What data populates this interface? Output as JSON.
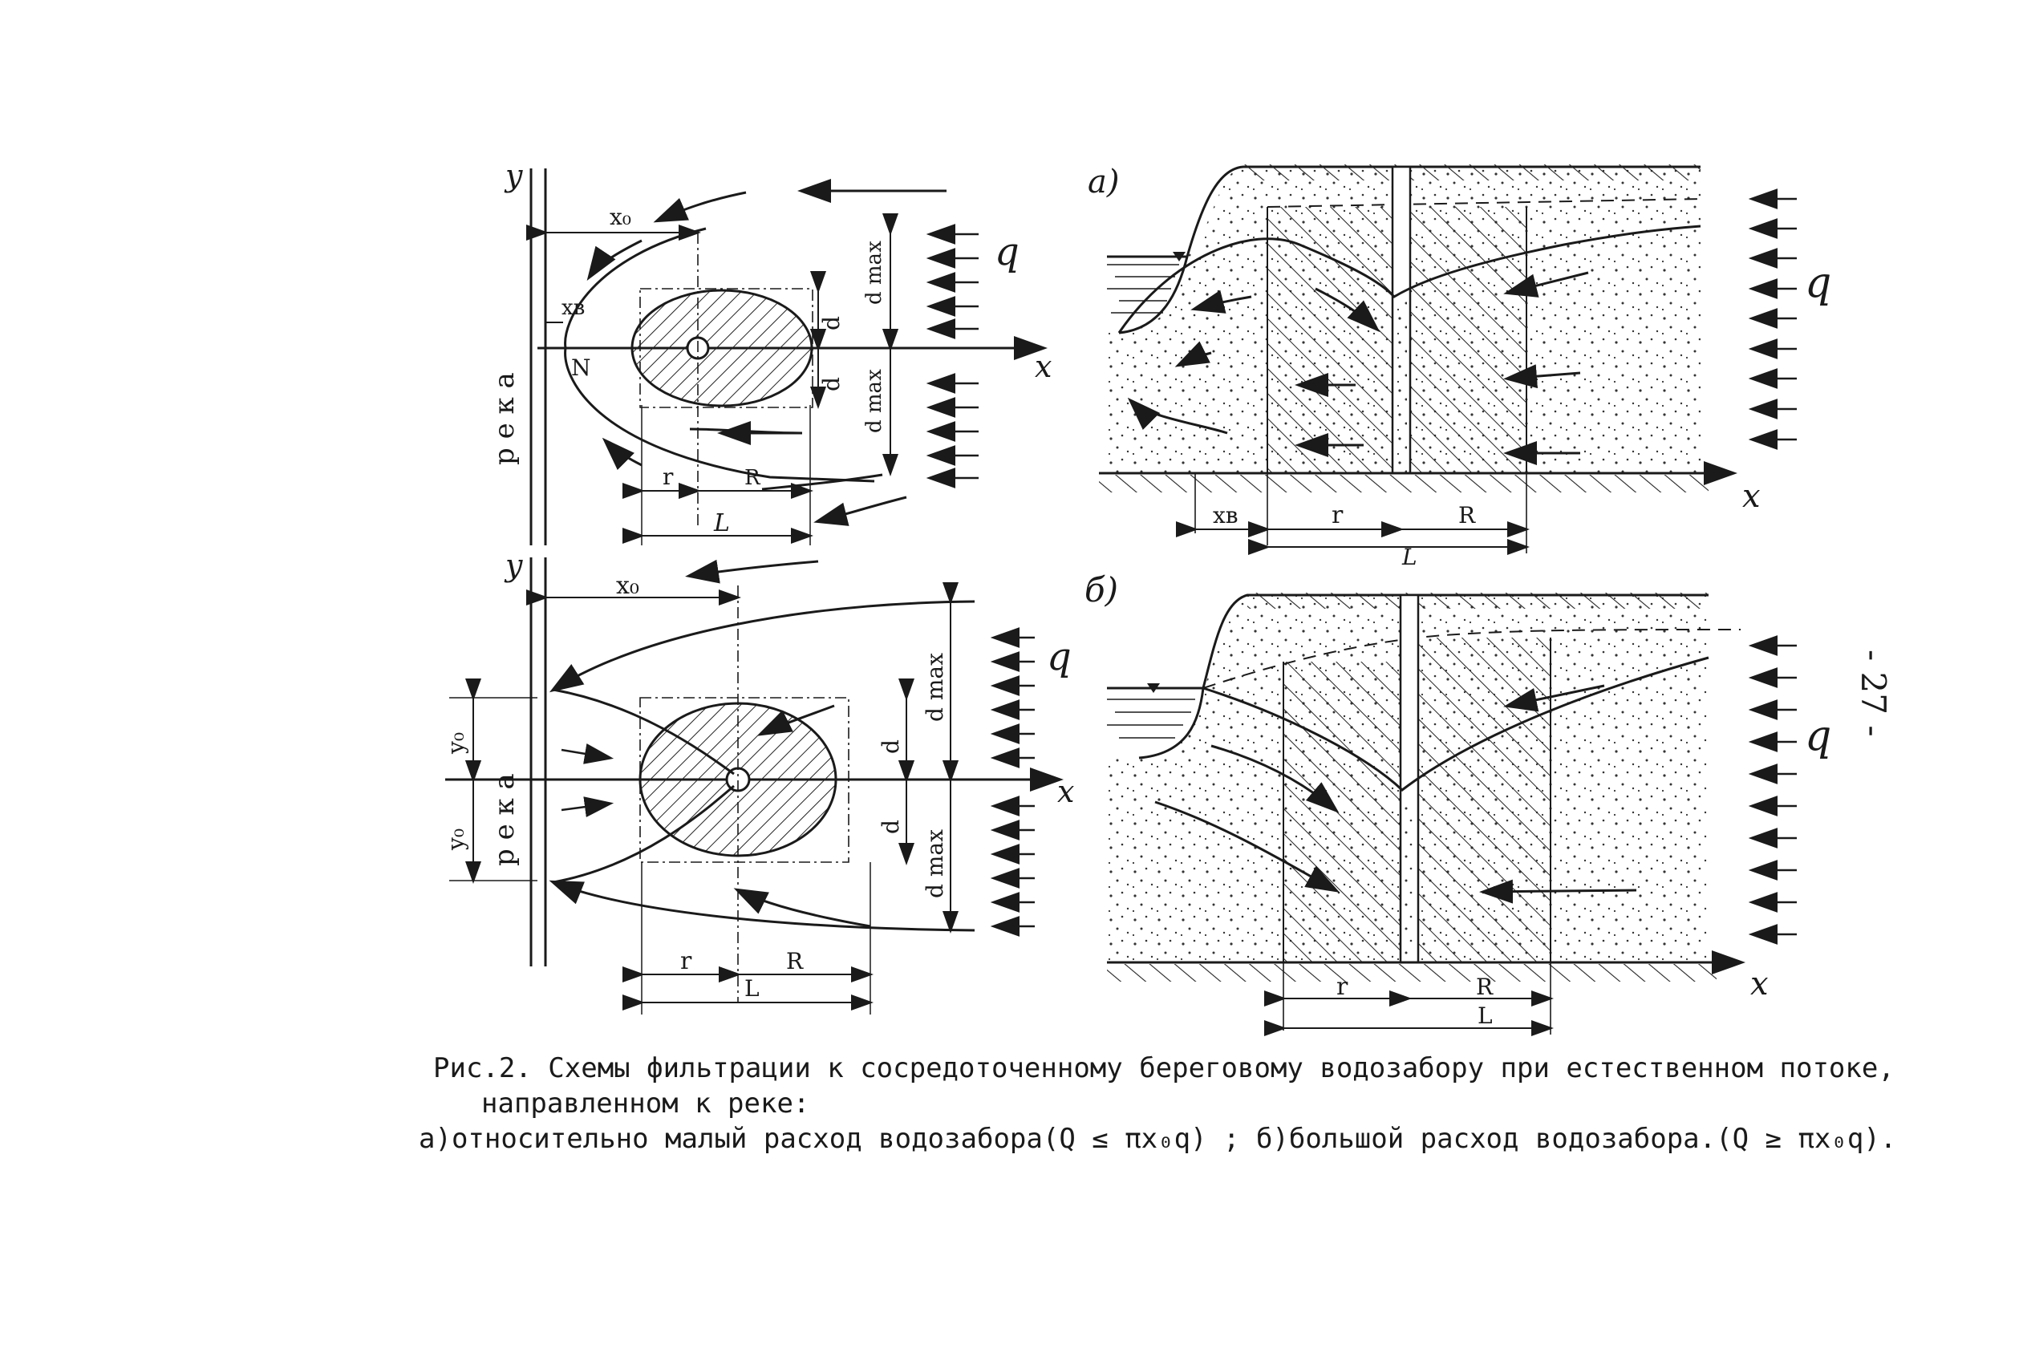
{
  "page_number": "- 27 -",
  "caption": {
    "line1": "Рис.2. Схемы фильтрации к сосредоточенному береговому водозабору при естественном потоке,",
    "line2": "направленном  к реке:",
    "line3": "а)относительно малый расход водозабора(Q ≤ πx₀q) ;  б)большой расход водозабора.(Q ≥ πx₀q)."
  },
  "plan_a": {
    "y_axis": "y",
    "x_axis": "x",
    "river": "р е к а",
    "x0": "x₀",
    "xb": "xв",
    "N": "N",
    "d": "d",
    "dmax": "d max",
    "r": "r",
    "R": "R",
    "L": "L",
    "q": "q"
  },
  "plan_b": {
    "y_axis": "y",
    "x_axis": "x",
    "river": "р е к а",
    "x0": "x₀",
    "y0": "y₀",
    "d": "d",
    "dmax": "d max",
    "r": "r",
    "R": "R",
    "L": "L",
    "q": "q"
  },
  "section_a": {
    "label": "а)",
    "xb": "xв",
    "r": "r",
    "R": "R",
    "L": "L",
    "x_axis": "x",
    "q": "q"
  },
  "section_b": {
    "label": "б)",
    "r": "r",
    "R": "R",
    "L": "L",
    "x_axis": "x",
    "q": "q"
  }
}
